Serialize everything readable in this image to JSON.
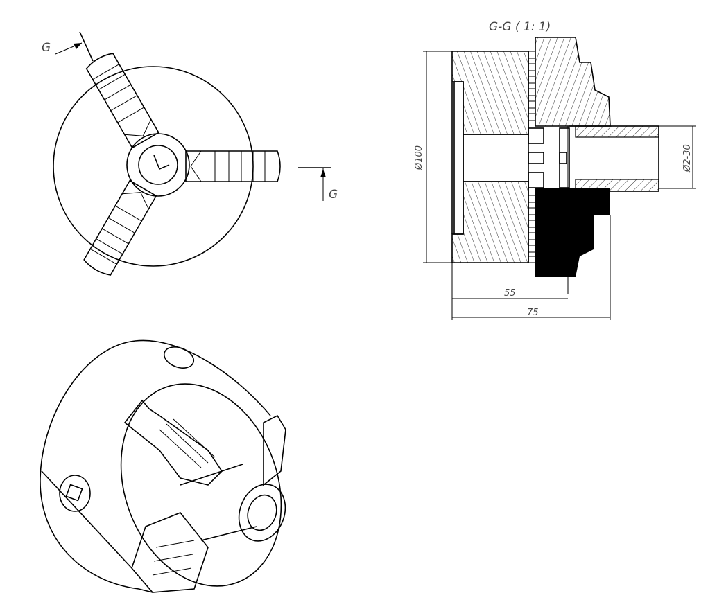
{
  "section_marker": {
    "letter_top": "G",
    "letter_right": "G"
  },
  "section_view": {
    "title": "G-G ( 1: 1)"
  },
  "dimensions": {
    "outer_diameter": "Ø100",
    "clamp_range": "Ø2-30",
    "length_body": "55",
    "length_total": "75"
  },
  "colors": {
    "line": "#000000",
    "text": "#444444"
  }
}
